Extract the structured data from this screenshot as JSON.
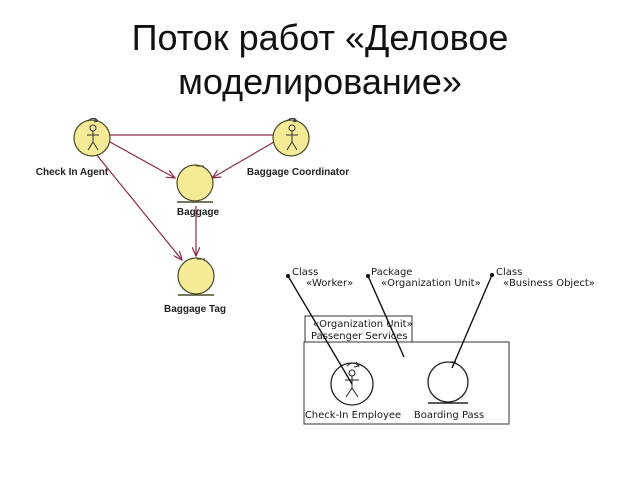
{
  "title": {
    "line1": "Поток работ «Деловое",
    "line2": "моделирование»"
  },
  "diagram_top": {
    "actors": {
      "check_in_agent": "Check In Agent",
      "baggage_coordinator": "Baggage Coordinator"
    },
    "entities": {
      "baggage": "Baggage",
      "baggage_tag": "Baggage Tag"
    },
    "colors": {
      "fill": "#f5eb96",
      "stroke": "#4a4a2a",
      "arrow": "#8b2a4a"
    }
  },
  "diagram_bottom": {
    "callouts": {
      "worker_line1": "Class",
      "worker_line2": "«Worker»",
      "package_line1": "Package",
      "package_line2": "«Organization Unit»",
      "business_object_line1": "Class",
      "business_object_line2": "«Business Object»"
    },
    "package_tab_line1": "«Organization Unit»",
    "package_tab_line2": "Passenger Services",
    "worker_name": "Check-In Employee",
    "entity_name": "Boarding Pass"
  }
}
